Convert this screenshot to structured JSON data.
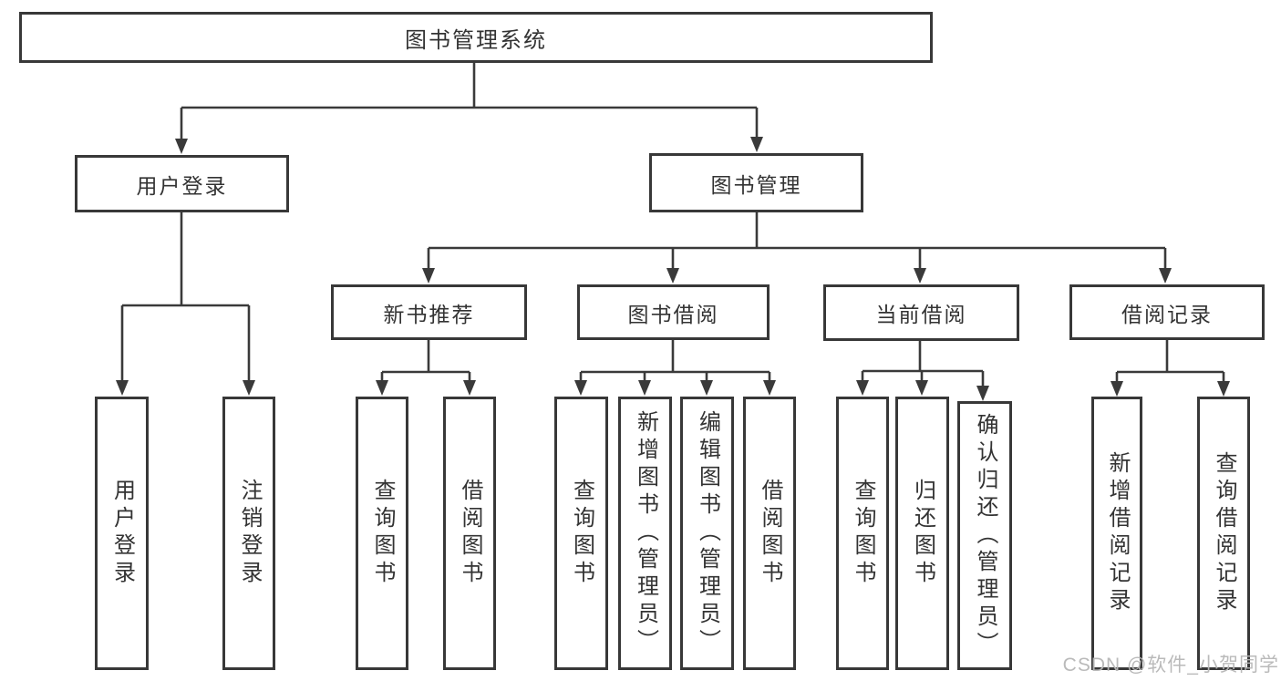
{
  "diagram": {
    "root": {
      "label": "图书管理系统"
    },
    "branches": [
      {
        "label": "用户登录",
        "children": [
          {
            "label": "用户登录"
          },
          {
            "label": "注销登录"
          }
        ]
      },
      {
        "label": "图书管理",
        "children": [
          {
            "label": "新书推荐",
            "children": [
              {
                "label": "查询图书"
              },
              {
                "label": "借阅图书"
              }
            ]
          },
          {
            "label": "图书借阅",
            "children": [
              {
                "label": "查询图书"
              },
              {
                "label": "新增图书（管理员）"
              },
              {
                "label": "编辑图书（管理员）"
              },
              {
                "label": "借阅图书"
              }
            ]
          },
          {
            "label": "当前借阅",
            "children": [
              {
                "label": "查询图书"
              },
              {
                "label": "归还图书"
              },
              {
                "label": "确认归还（管理员）"
              }
            ]
          },
          {
            "label": "借阅记录",
            "children": [
              {
                "label": "新增借阅记录"
              },
              {
                "label": "查询借阅记录"
              }
            ]
          }
        ]
      }
    ]
  },
  "watermark": {
    "text": "CSDN @软件_小贺同学"
  },
  "colors": {
    "line": "#3a3a3a",
    "box_border": "#383838",
    "text": "#333333",
    "background": "#ffffff",
    "watermark": "#b6b6b6"
  }
}
